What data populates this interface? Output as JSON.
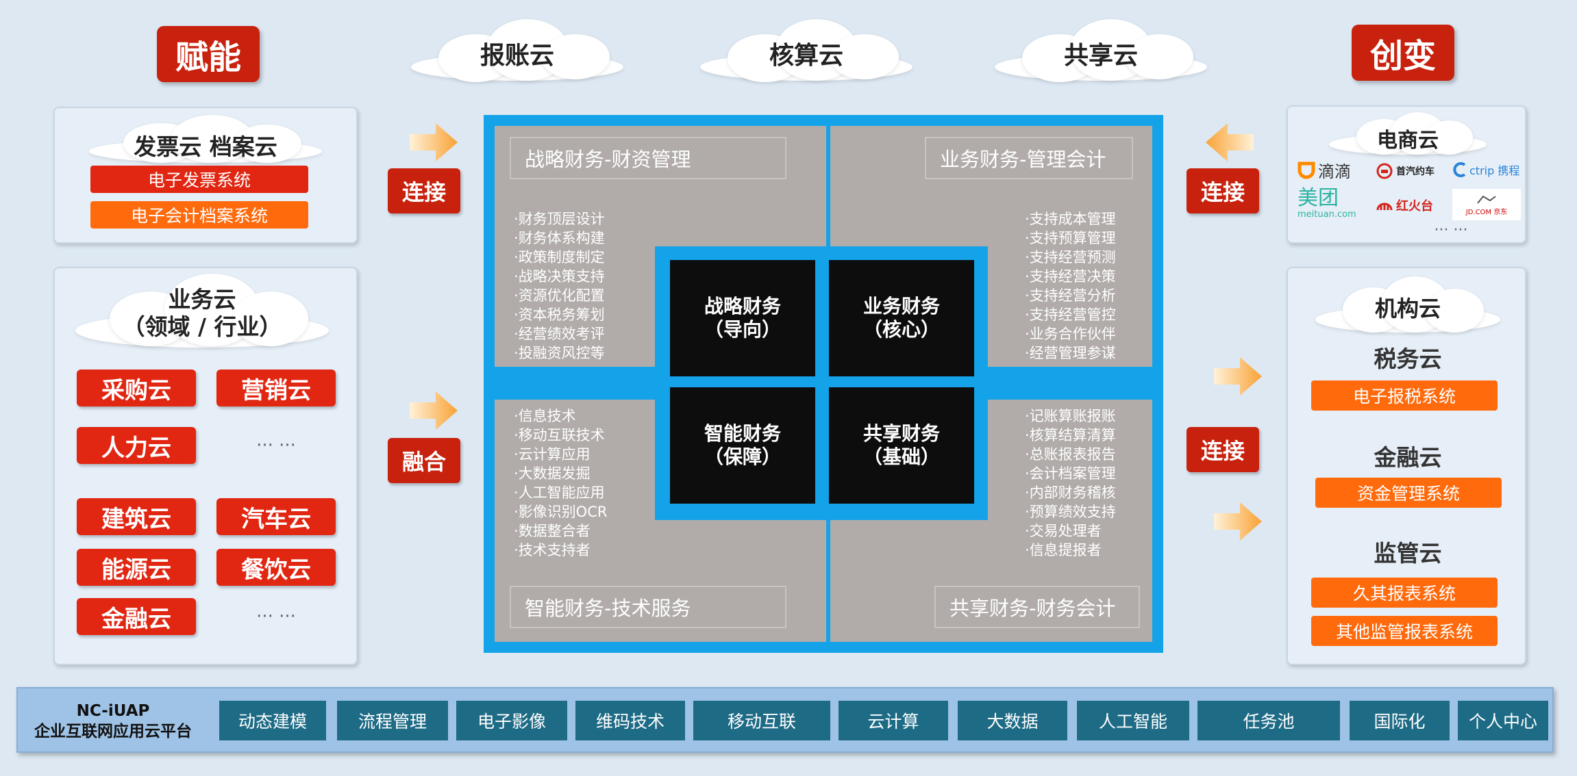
{
  "header": {
    "enable_label": "赋能",
    "innovate_label": "创变",
    "clouds": [
      "报账云",
      "核算云",
      "共享云"
    ]
  },
  "left": {
    "invoice_panel": {
      "title": "发票云 档案云",
      "bars": [
        "电子发票系统",
        "电子会计档案系统"
      ]
    },
    "business_panel": {
      "title_line1": "业务云",
      "title_line2": "（领域 / 行业）",
      "items": [
        "采购云",
        "营销云",
        "人力云",
        "建筑云",
        "汽车云",
        "能源云",
        "餐饮云",
        "金融云"
      ],
      "ellipsis": "··· ···"
    },
    "connect_label": "连接",
    "merge_label": "融合"
  },
  "center": {
    "q1": {
      "title": "战略财务-财资管理",
      "items": [
        "财务顶层设计",
        "财务体系构建",
        "政策制度制定",
        "战略决策支持",
        "资源优化配置",
        "资本税务筹划",
        "经营绩效考评",
        "投融资风控等"
      ]
    },
    "q2": {
      "title": "业务财务-管理会计",
      "items": [
        "支持成本管理",
        "支持预算管理",
        "支持经营预测",
        "支持经营决策",
        "支持经营分析",
        "支持经营管控",
        "业务合作伙伴",
        "经营管理参谋"
      ]
    },
    "q3": {
      "title": "智能财务-技术服务",
      "items": [
        "信息技术",
        "移动互联技术",
        "云计算应用",
        "大数据发掘",
        "人工智能应用",
        "影像识别OCR",
        "数据整合者",
        "技术支持者"
      ]
    },
    "q4": {
      "title": "共享财务-财务会计",
      "items": [
        "记账算账报账",
        "核算结算清算",
        "总账报表报告",
        "会计档案管理",
        "内部财务稽核",
        "预算绩效支持",
        "交易处理者",
        "信息提报者"
      ]
    },
    "core": {
      "b1": [
        "战略财务",
        "（导向）"
      ],
      "b2": [
        "业务财务",
        "（核心）"
      ],
      "b3": [
        "智能财务",
        "（保障）"
      ],
      "b4": [
        "共享财务",
        "（基础）"
      ]
    }
  },
  "right": {
    "connect_label_top": "连接",
    "connect_label_mid": "连接",
    "ecommerce": {
      "title": "电商云",
      "logos": [
        "滴滴",
        "首汽约车",
        "ctrip 携程",
        "美团",
        "红火台",
        "JD.COM 京东"
      ],
      "meituan_sub": "meituan.com",
      "ellipsis": "··· ···"
    },
    "institution": {
      "title": "机构云",
      "tax_title": "税务云",
      "tax_bar": "电子报税系统",
      "finance_title": "金融云",
      "finance_bar": "资金管理系统",
      "regulation_title": "监管云",
      "regulation_bars": [
        "久其报表系统",
        "其他监管报表系统"
      ]
    }
  },
  "platform": {
    "name_line1": "NC-iUAP",
    "name_line2": "企业互联网应用云平台",
    "modules": [
      "动态建模",
      "流程管理",
      "电子影像",
      "维码技术",
      "移动互联",
      "云计算",
      "大数据",
      "人工智能",
      "任务池",
      "国际化",
      "个人中心"
    ]
  },
  "colors": {
    "red": "#e12612",
    "orange": "#ff6a0c",
    "blue_frame": "#14a2e8",
    "gray_quad": "#b1acaa",
    "platform_teal": "#1e6b86"
  }
}
